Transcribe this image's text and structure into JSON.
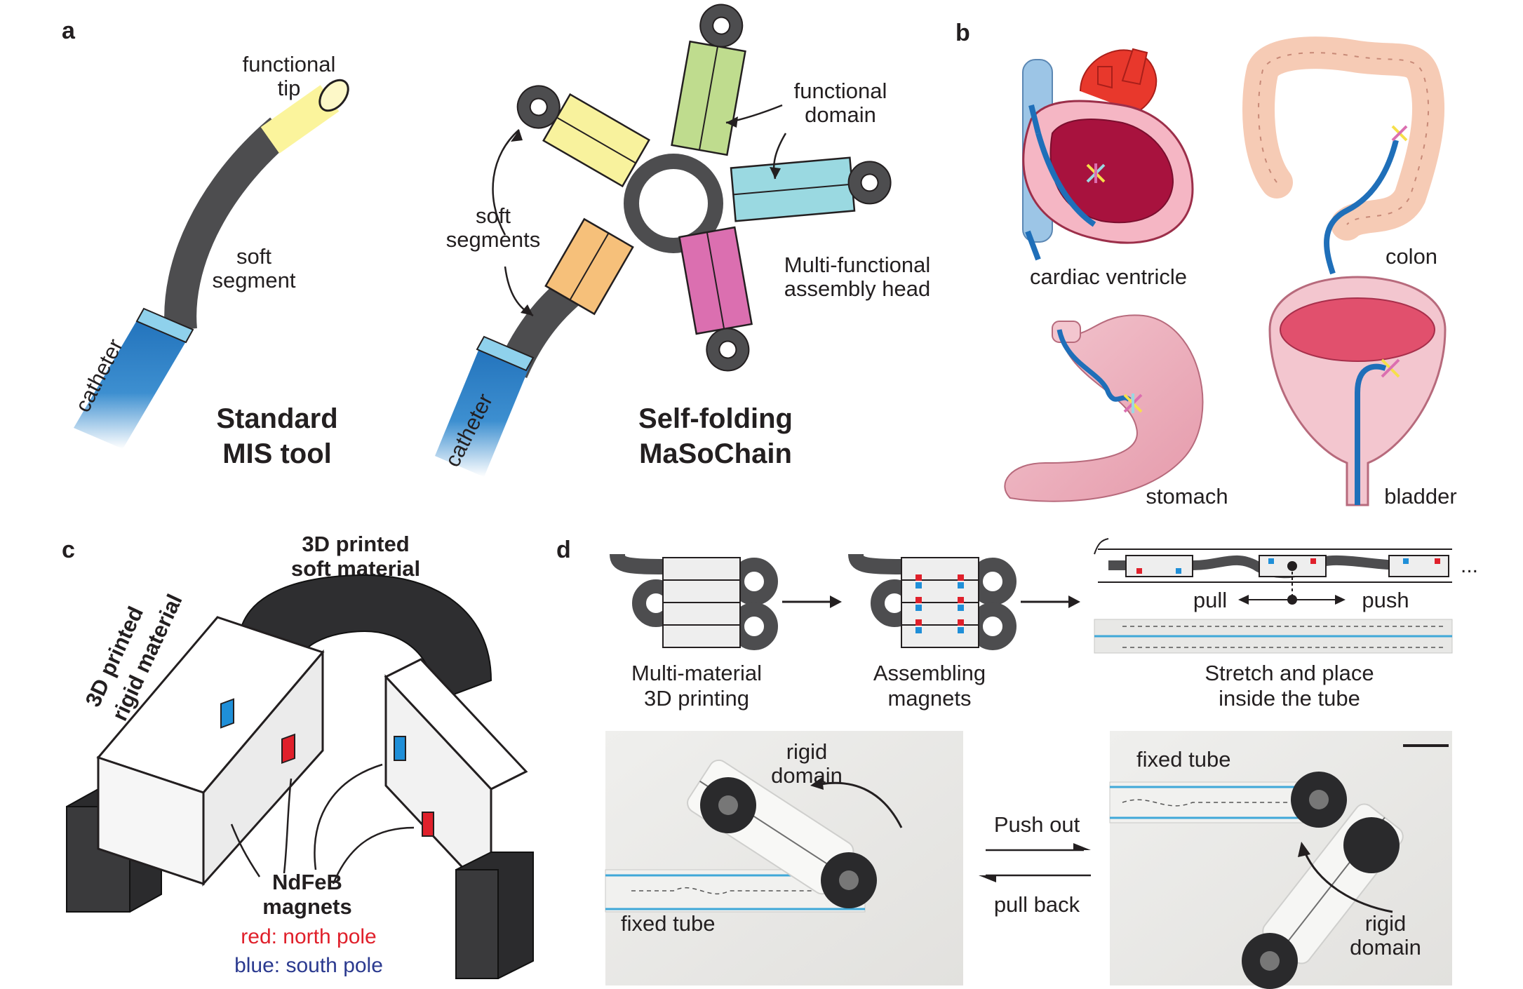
{
  "panels": {
    "a": {
      "letter": "a",
      "functional_tip": [
        "functional",
        "tip"
      ],
      "soft_segment": [
        "soft",
        "segment"
      ],
      "catheter_left": "catheter",
      "standard_title": [
        "Standard",
        "MIS tool"
      ],
      "functional_domain": [
        "functional",
        "domain"
      ],
      "soft_segments": [
        "soft",
        "segments"
      ],
      "multi_functional": [
        "Multi-functional",
        "assembly head"
      ],
      "catheter_right": "catheter",
      "masochain_title": [
        "Self-folding",
        "MaSoChain"
      ]
    },
    "b": {
      "letter": "b",
      "organs": [
        "cardiac ventricle",
        "colon",
        "stomach",
        "bladder"
      ]
    },
    "c": {
      "letter": "c",
      "soft_material": [
        "3D printed",
        "soft material"
      ],
      "rigid_material": [
        "3D printed",
        "rigid material"
      ],
      "magnets": [
        "NdFeB",
        "magnets"
      ],
      "north": "red: north pole",
      "south": "blue: south pole"
    },
    "d": {
      "letter": "d",
      "step1": [
        "Multi-material",
        "3D printing"
      ],
      "step2": [
        "Assembling",
        "magnets"
      ],
      "step3": [
        "Stretch and place",
        "inside the tube"
      ],
      "pull": "pull",
      "push": "push",
      "rigid_domain_left": [
        "rigid",
        "domain"
      ],
      "fixed_tube_left": "fixed tube",
      "push_out": "Push out",
      "pull_back": "pull back",
      "fixed_tube_right": "fixed tube",
      "rigid_domain_right": [
        "rigid",
        "domain"
      ],
      "ellipsis": "..."
    }
  },
  "colors": {
    "catheter_blue": "#1f6fb9",
    "catheter_cuff": "#8fd1ec",
    "soft_gray": "#4d4d4f",
    "tip_yellow": "#fbf49c",
    "seg_yellow": "#f8f29d",
    "seg_green": "#bfdc8e",
    "seg_cyan": "#9ad9e1",
    "seg_orange": "#f6c07a",
    "seg_pink": "#db6fb0",
    "magnet_red": "#e0202b",
    "magnet_blue": "#1f8fd8",
    "north_text": "#e0202b",
    "south_text": "#2b3a8f"
  }
}
